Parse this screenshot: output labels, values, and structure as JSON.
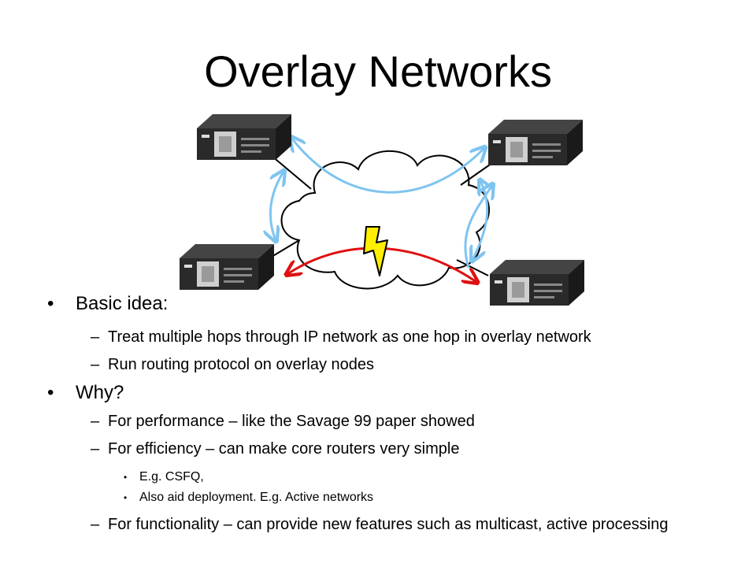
{
  "slide": {
    "title": "Overlay Networks"
  },
  "bullets": [
    {
      "level": 1,
      "marker": "•",
      "text": "Basic idea:"
    },
    {
      "level": 2,
      "marker": "–",
      "text": "Treat multiple hops through IP network as one hop in overlay network"
    },
    {
      "level": 2,
      "marker": "–",
      "text": "Run routing protocol on overlay nodes"
    },
    {
      "level": 1,
      "marker": "•",
      "text": "Why?"
    },
    {
      "level": 2,
      "marker": "–",
      "text": "For performance – like the Savage 99 paper showed"
    },
    {
      "level": 2,
      "marker": "–",
      "text": "For efficiency – can make core routers very simple"
    },
    {
      "level": 3,
      "marker": "•",
      "text": "E.g. CSFQ,"
    },
    {
      "level": 3,
      "marker": "•",
      "text": "Also aid deployment. E.g. Active networks"
    },
    {
      "level": 2,
      "marker": "–",
      "text": "For functionality – can provide new features such as multicast, active processing"
    }
  ],
  "diagram": {
    "nodes": [
      "router-top-left",
      "router-top-right",
      "router-bottom-left",
      "router-bottom-right"
    ],
    "colors": {
      "overlay_path": "#7fc4f0",
      "failed_path": "#e01010",
      "lightning": "#ffee00",
      "router": "#2a2a2a"
    }
  }
}
